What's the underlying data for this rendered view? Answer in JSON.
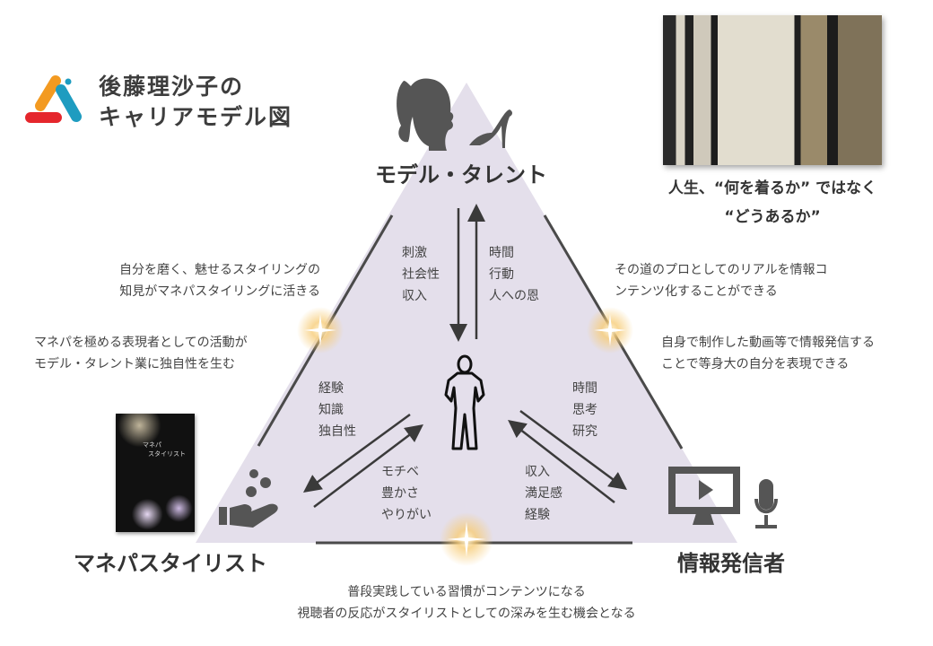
{
  "header": {
    "title_line1": "後藤理沙子の",
    "title_line2": "キャリアモデル図"
  },
  "logo": {
    "colors": [
      "#f39a21",
      "#1e9cc0",
      "#e5262c"
    ]
  },
  "photo": {
    "caption_line1": "人生、“何を着るか” ではなく",
    "caption_line2": "“どうあるか”"
  },
  "book": {
    "title_line1": "マネパ",
    "title_line2": "スタイリスト"
  },
  "nodes": {
    "top": "モデル・タレント",
    "left": "マネパスタイリスト",
    "right": "情報発信者"
  },
  "flows": {
    "top_to_center": [
      "刺激",
      "社会性",
      "収入"
    ],
    "center_to_top": [
      "時間",
      "行動",
      "人への恩"
    ],
    "left_to_center": [
      "経験",
      "知識",
      "独自性"
    ],
    "center_to_right": [
      "時間",
      "思考",
      "研究"
    ],
    "center_to_left": [
      "モチベ",
      "豊かさ",
      "やりがい"
    ],
    "right_to_center": [
      "収入",
      "満足感",
      "経験"
    ]
  },
  "notes": {
    "left_top": [
      "自分を磨く、魅せるスタイリングの",
      "知見がマネパスタイリングに活きる"
    ],
    "left_bottom": [
      "マネパを極める表現者としての活動が",
      "モデル・タレント業に独自性を生む"
    ],
    "right_top": [
      "その道のプロとしてのリアルを情報コ",
      "ンテンツ化することができる"
    ],
    "right_bottom": [
      "自身で制作した動画等で情報発信する",
      "ことで等身大の自分を表現できる"
    ],
    "bottom": [
      "普段実践している習慣がコンテンツになる",
      "視聴者の反応がスタイリストとしての深みを生む機会となる"
    ]
  },
  "colors": {
    "triangle": "#e4dfeb",
    "line": "#4a4a4a",
    "icon": "#555555",
    "sparkle": "#f5c36a"
  }
}
